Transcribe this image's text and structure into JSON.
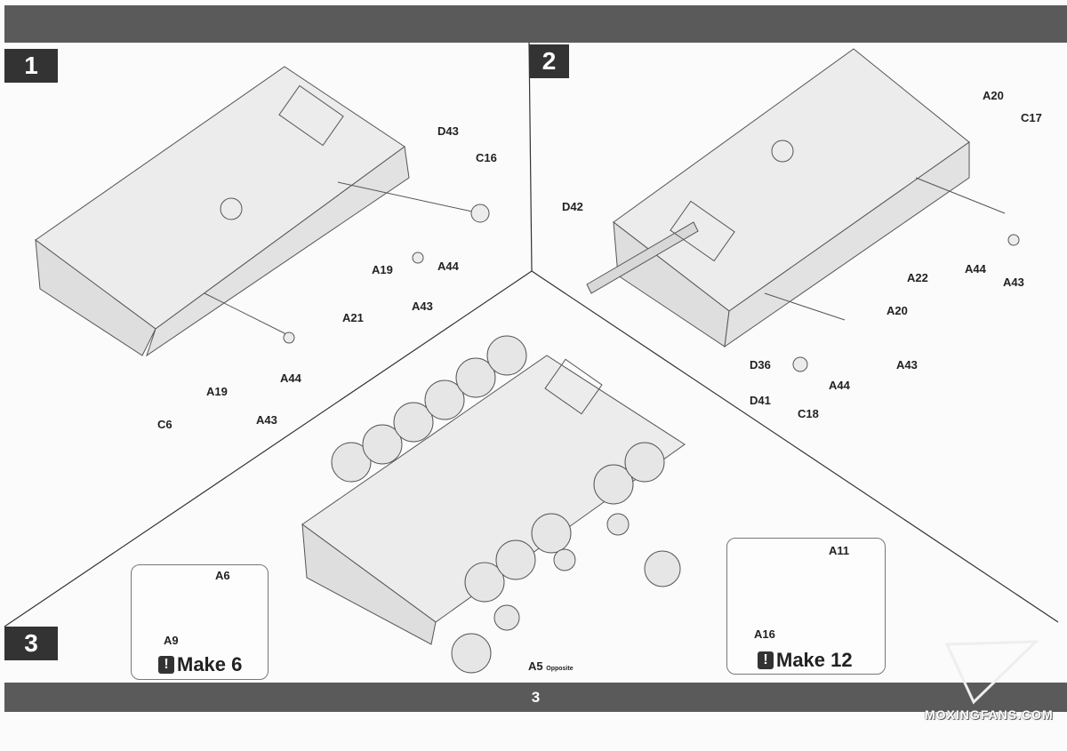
{
  "page_number": "3",
  "steps": [
    "1",
    "2",
    "3"
  ],
  "step1_labels": [
    "D43",
    "C16",
    "A19",
    "A44",
    "A43",
    "A21",
    "A19",
    "A44",
    "A43",
    "C6"
  ],
  "step2_labels": [
    "A20",
    "C17",
    "D42",
    "A22",
    "A44",
    "A43",
    "A20",
    "A43",
    "D36",
    "A44",
    "D41",
    "C18"
  ],
  "step3_labels": {
    "a5": "A5",
    "a5_note": "Opposite"
  },
  "inset_left": {
    "labels": [
      "A6",
      "A9"
    ],
    "make": "Make 6",
    "bang": "!"
  },
  "inset_right": {
    "labels": [
      "A11",
      "A16"
    ],
    "make": "Make 12",
    "bang": "!"
  },
  "watermark": "MOXINGFANS.COM"
}
